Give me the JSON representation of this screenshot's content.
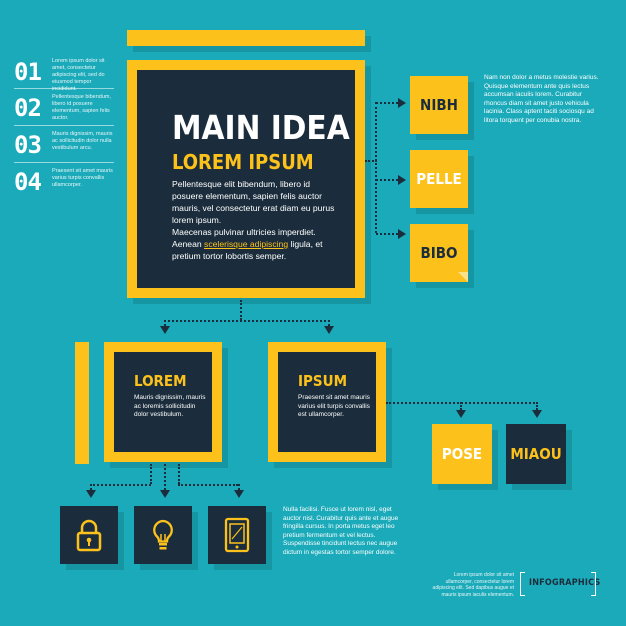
{
  "numbers": [
    {
      "num": "01",
      "text": "Lorem ipsum dolor sit amet, consectetur adipiscing elit, sed do eiusmod tempor incididunt."
    },
    {
      "num": "02",
      "text": "Pellentesque bibendum, libero id posuere elementum, sapien felis auctor."
    },
    {
      "num": "03",
      "text": "Mauris dignissim, mauris ac sollicitudin dolor nulla vestibulum arcu."
    },
    {
      "num": "04",
      "text": "Praesent sit amet mauris varius turpis convallis ullamcorper."
    }
  ],
  "main": {
    "title": "MAIN IDEA",
    "subtitle": "LOREM IPSUM",
    "para1": "Pellentesque elit bibendum, libero id posuere elementum, sapien felis auctor mauris, vel consectetur erat diam eu purus lorem ipsum.",
    "para2_pre": "Maecenas pulvinar ultricies imperdiet. Aenean ",
    "para2_link": "scelerisque adipiscing",
    "para2_post": " ligula, et pretium tortor lobortis semper."
  },
  "right_boxes": [
    "NIBH",
    "PELLE",
    "BIBO"
  ],
  "right_text": "Nam non dolor a metus molestie varius. Quisque elementum ante quis lectus accumsan iaculis lorem. Curabitur rhoncus diam sit amet justo vehicula lacinia. Class aptent taciti sociosqu ad litora torquent per conubia nostra.",
  "lorem_box": {
    "title": "LOREM",
    "text": "Mauris dignissim, mauris ac loremis sollicitudin dolor vestibulum."
  },
  "ipsum_box": {
    "title": "IPSUM",
    "text": "Praesent sit amet mauris varius elit turpis convallis est ullamcorper."
  },
  "pose_label": "POSE",
  "miaou_label": "MIAOU",
  "bottom_text": "Nulla facilisi. Fusce ut lorem nisl, eget auctor nisl. Curabitur quis ante et augue fringilla cursus. In porta metus eget leo pretium fermentum et vel lectus. Suspendisse tincidunt lectus nec augue dictum in egestas tortor semper dolore.",
  "footer_text": "Lorem ipsum dolor sit amet ullamcorper, consectetur lorem adipiscing elit. Sed dapibus augue et mauris ipsum iaculis elementum.",
  "brand": "INFOGRAPHICS",
  "colors": {
    "background": "#1aaab9",
    "accent": "#fcc21b",
    "navy": "#1b2d3c"
  },
  "icons": [
    "padlock-icon",
    "lightbulb-icon",
    "tablet-icon"
  ]
}
